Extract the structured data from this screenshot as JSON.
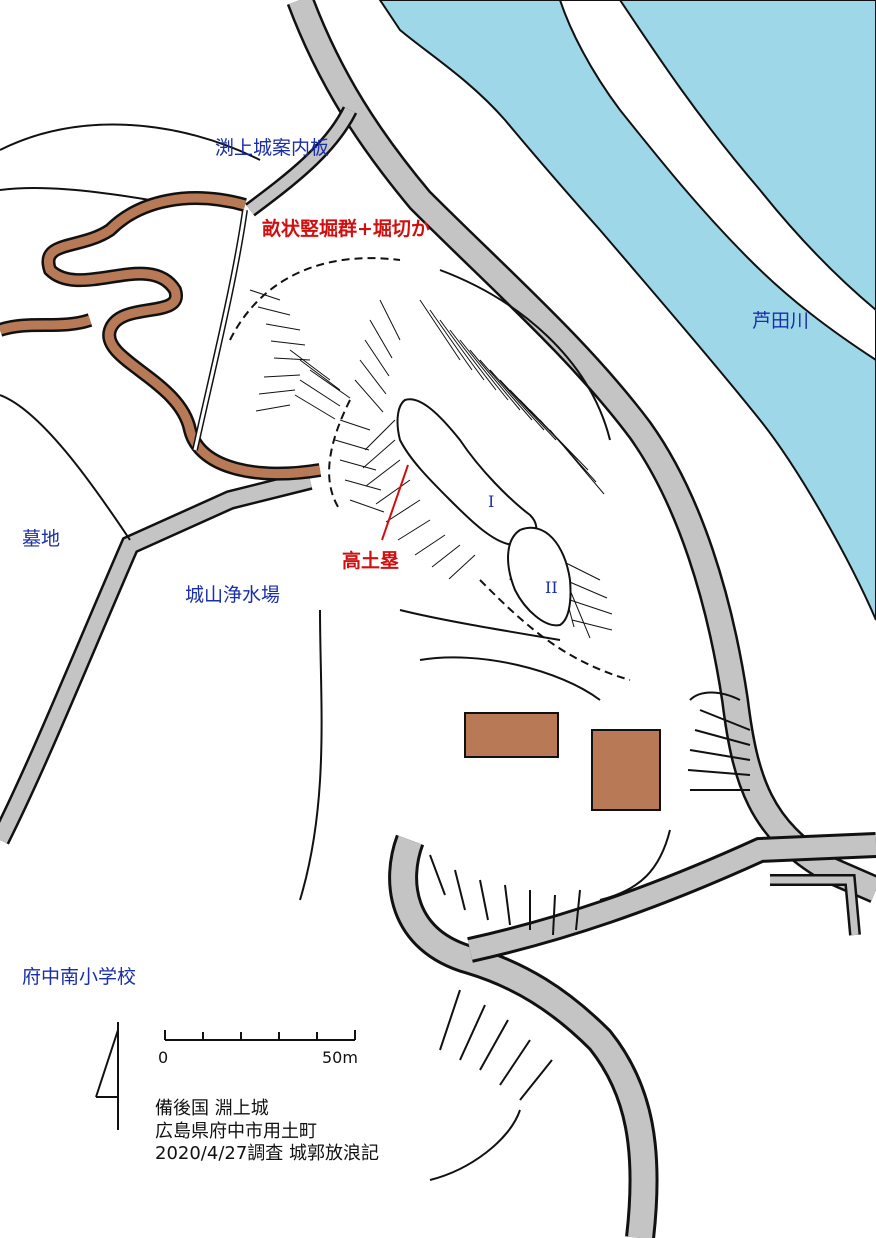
{
  "labels": {
    "guide_board": "渕上城案内板",
    "trench_group": "畝状竪堀群+堀切か",
    "river": "芦田川",
    "cemetery": "墓地",
    "water_plant": "城山浄水場",
    "earthwork": "高土塁",
    "school": "府中南小学校",
    "kuruwa_1": "I",
    "kuruwa_2": "II"
  },
  "scale": {
    "start": "0",
    "end": "50m"
  },
  "info": {
    "line1": "備後国 淵上城",
    "line2": "広島県府中市用土町",
    "line3": "2020/4/27調査 城郭放浪記"
  },
  "colors": {
    "river": "#9ed8e8",
    "road": "#c4c4c4",
    "building": "#b87a56",
    "label_blue": "#1a2ea8",
    "label_red": "#d01010"
  }
}
